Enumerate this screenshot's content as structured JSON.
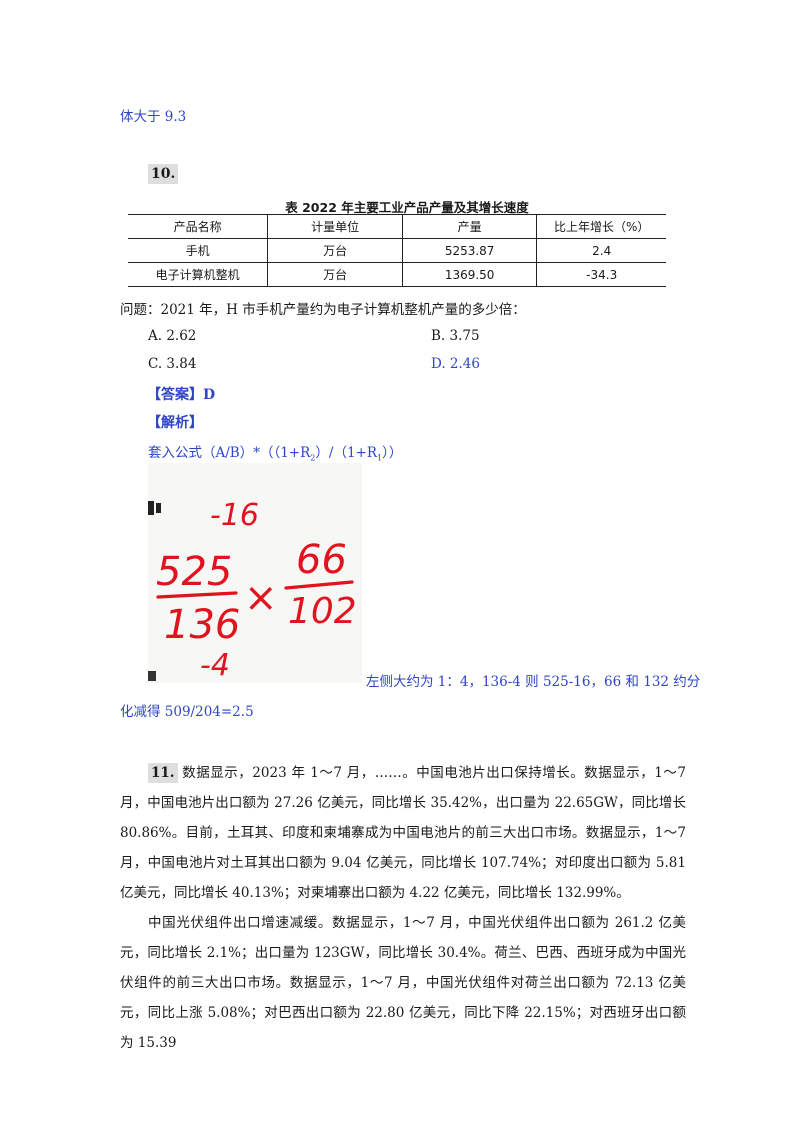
{
  "prev_fragment": "体大于 9.3",
  "q10": {
    "number": "10.",
    "table_title": "表   2022 年主要工业产品产量及其增长速度",
    "headers": [
      "产品名称",
      "计量单位",
      "产量",
      "比上年增长（%）"
    ],
    "rows": [
      [
        "手机",
        "万台",
        "5253.87",
        "2.4"
      ],
      [
        "电子计算机整机",
        "万台",
        "1369.50",
        "-34.3"
      ]
    ],
    "question": "问题：2021 年，H 市手机产量约为电子计算机整机产量的多少倍：",
    "options": {
      "a": "A. 2.62",
      "b": "B. 3.75",
      "c": "C. 3.84",
      "d": "D. 2.46"
    },
    "answer_label": "【答案】D",
    "analysis_label": "【解析】",
    "formula_prefix": "套入公式（A/B）*（（1+R",
    "formula_sub1": "2",
    "formula_mid": "）/（1+R",
    "formula_sub2": "1",
    "formula_suffix": "））",
    "handwriting": {
      "top_note": "-16",
      "num1": "525",
      "den1": "136",
      "times": "×",
      "num2": "66",
      "den2": "102",
      "bottom_note": "-4"
    },
    "explanation_1": "左侧大约为 1：4，136-4 则 525-16，66 和 132 约分",
    "explanation_2": "化减得 509/204=2.5"
  },
  "q11": {
    "number": "11.",
    "para1": "数据显示，2023 年 1～7 月，……。中国电池片出口保持增长。数据显示，1～7 月，中国电池片出口额为 27.26 亿美元，同比增长 35.42%，出口量为 22.65GW，同比增长 80.86%。目前，土耳其、印度和柬埔寨成为中国电池片的前三大出口市场。数据显示，1～7 月，中国电池片对土耳其出口额为 9.04 亿美元，同比增长 107.74%；对印度出口额为 5.81 亿美元，同比增长 40.13%；对柬埔寨出口额为 4.22 亿美元，同比增长 132.99%。",
    "para2": "中国光伏组件出口增速减缓。数据显示，1～7 月，中国光伏组件出口额为 261.2 亿美元，同比增长 2.1%；出口量为 123GW，同比增长 30.4%。荷兰、巴西、西班牙成为中国光伏组件的前三大出口市场。数据显示，1～7 月，中国光伏组件对荷兰出口额为 72.13 亿美元，同比上涨 5.08%；对巴西出口额为 22.80 亿美元，同比下降 22.15%；对西班牙出口额为 15.39"
  }
}
